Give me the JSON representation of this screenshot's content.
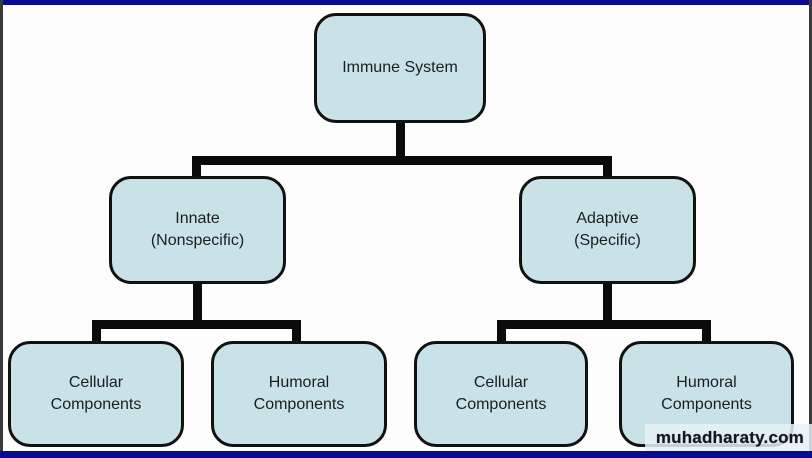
{
  "diagram": {
    "type": "tree",
    "nodes": [
      {
        "id": "immune-system",
        "lines": [
          "Immune System"
        ]
      },
      {
        "id": "innate",
        "lines": [
          "Innate",
          "(Nonspecific)"
        ]
      },
      {
        "id": "adaptive",
        "lines": [
          "Adaptive",
          "(Specific)"
        ]
      },
      {
        "id": "innate-cellular",
        "lines": [
          "Cellular",
          "Components"
        ]
      },
      {
        "id": "innate-humoral",
        "lines": [
          "Humoral",
          "Components"
        ]
      },
      {
        "id": "adaptive-cellular",
        "lines": [
          "Cellular",
          "Components"
        ]
      },
      {
        "id": "adaptive-humoral",
        "lines": [
          "Humoral",
          "Components"
        ]
      }
    ],
    "edges": [
      {
        "from": "immune-system",
        "to": "innate"
      },
      {
        "from": "immune-system",
        "to": "adaptive"
      },
      {
        "from": "innate",
        "to": "innate-cellular"
      },
      {
        "from": "innate",
        "to": "innate-humoral"
      },
      {
        "from": "adaptive",
        "to": "adaptive-cellular"
      },
      {
        "from": "adaptive",
        "to": "adaptive-humoral"
      }
    ]
  },
  "watermark": {
    "text": "muhadharaty.com"
  },
  "colors": {
    "node_fill": "#c8e2e7",
    "node_border": "#111111",
    "node_text": "#1d1d1d",
    "connector": "#0b0b0b",
    "frame_accent": "#0b0b8f",
    "frame_side": "#3a3a3a",
    "watermark_text": "#16161f"
  }
}
